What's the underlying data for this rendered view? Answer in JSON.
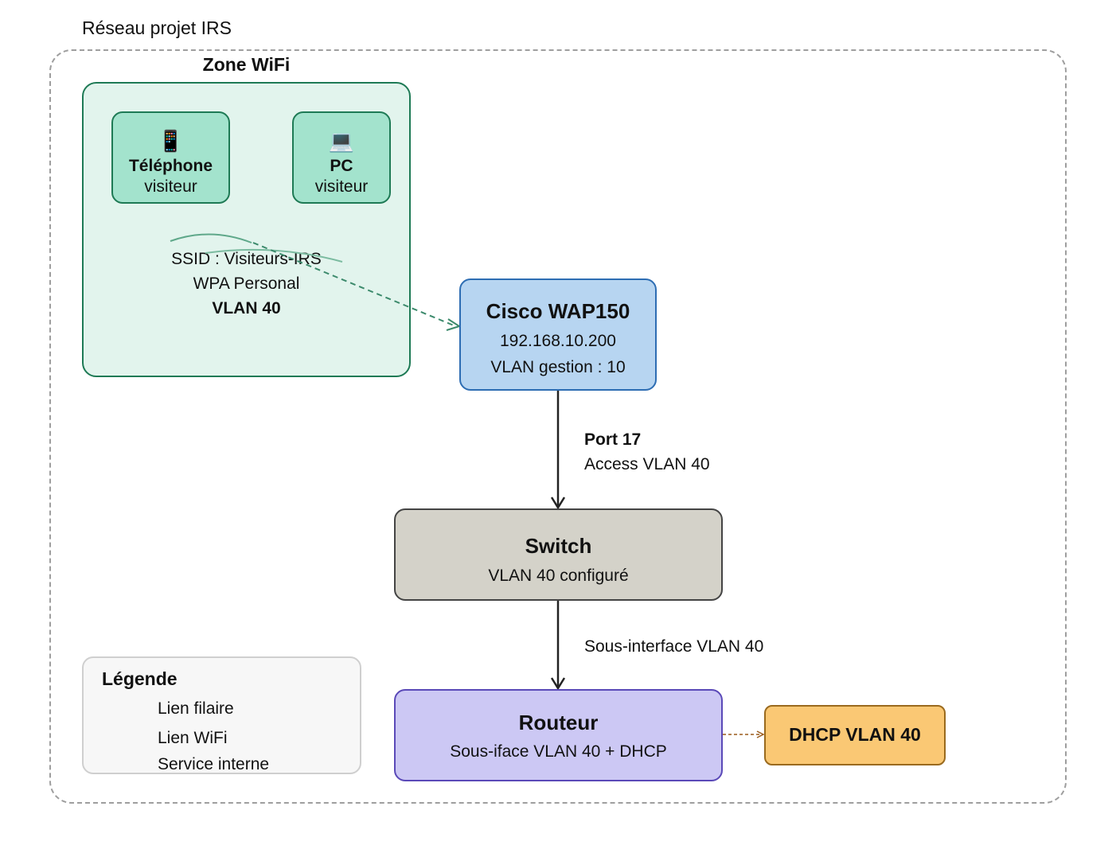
{
  "diagram": {
    "title": "Réseau projet IRS",
    "wifi_zone": {
      "title": "Zone WiFi",
      "phone": {
        "icon": "mobile-phone-icon",
        "glyph": "📱",
        "name": "Téléphone",
        "sub": "visiteur"
      },
      "pc": {
        "icon": "laptop-icon",
        "glyph": "💻",
        "name": "PC",
        "sub": "visiteur"
      },
      "ssid": "SSID : Visiteurs-IRS",
      "security": "WPA Personal",
      "vlan": "VLAN 40"
    },
    "wap": {
      "name": "Cisco WAP150",
      "ip": "192.168.10.200",
      "mgmt": "VLAN gestion : 10"
    },
    "link_wap_switch": {
      "port": "Port 17",
      "mode": "Access VLAN 40"
    },
    "switch": {
      "name": "Switch",
      "sub": "VLAN 40 configuré"
    },
    "link_switch_router": {
      "label": "Sous-interface VLAN 40"
    },
    "router": {
      "name": "Routeur",
      "sub": "Sous-iface VLAN 40 + DHCP"
    },
    "dhcp": {
      "name": "DHCP VLAN 40"
    },
    "legend": {
      "title": "Légende",
      "wired": "Lien filaire",
      "wifi": "Lien WiFi",
      "internal": "Service interne"
    },
    "colors": {
      "wired": "#222222",
      "wifi": "#1e7a55",
      "internal": "#9a5a1a"
    }
  }
}
